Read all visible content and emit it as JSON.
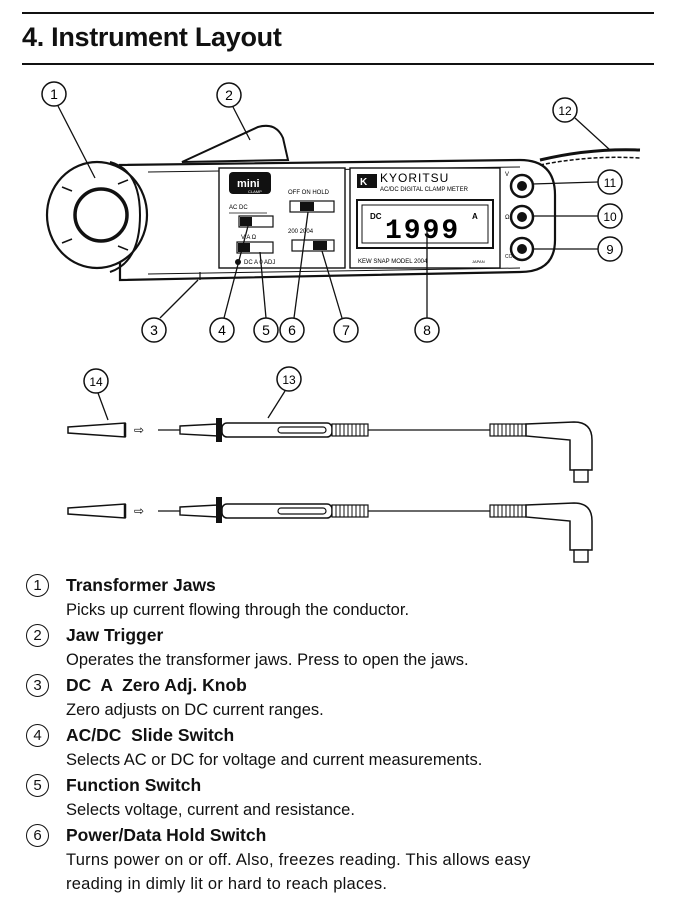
{
  "page": {
    "title": "4. Instrument Layout"
  },
  "meter": {
    "brand": "KYORITSU",
    "model_line": "AC/DC DIGITAL CLAMP METER",
    "logo_text": "mini",
    "logo_sub": "CLAMP",
    "footer_text": "KEW SNAP MODEL 2004",
    "footer_small": "JAPAN",
    "display_mode": "DC",
    "display_value": "1999",
    "display_unit": "A",
    "switch_power_label": "OFF ON HOLD",
    "switch_acdc_label": "AC DC",
    "switch_function_label": "V A Ω",
    "knob_label": "DC A 0 ADJ",
    "range_label": "200 2004",
    "terminal_top": "V",
    "terminal_mid": "Ω",
    "terminal_bot": "COM"
  },
  "callouts": {
    "n1": "1",
    "n2": "2",
    "n3": "3",
    "n4": "4",
    "n5": "5",
    "n6": "6",
    "n7": "7",
    "n8": "8",
    "n9": "9",
    "n10": "10",
    "n11": "11",
    "n12": "12",
    "n13": "13",
    "n14": "14"
  },
  "items": [
    {
      "number": "1",
      "title": "Transformer Jaws",
      "desc": "Picks up current flowing through the conductor."
    },
    {
      "number": "2",
      "title": "Jaw Trigger",
      "desc": "Operates the transformer jaws. Press to open the jaws."
    },
    {
      "number": "3",
      "title": "DC  A  Zero Adj. Knob",
      "desc": "Zero adjusts on DC current ranges."
    },
    {
      "number": "4",
      "title": "AC/DC  Slide Switch",
      "desc": "Selects AC or DC for voltage and current measurements."
    },
    {
      "number": "5",
      "title": "Function Switch",
      "desc": "Selects voltage, current and resistance."
    },
    {
      "number": "6",
      "title": "Power/Data Hold Switch",
      "desc": "Turns power on or off. Also, freezes reading. This allows easy",
      "desc2": "reading in dimly lit or hard to reach places."
    }
  ]
}
